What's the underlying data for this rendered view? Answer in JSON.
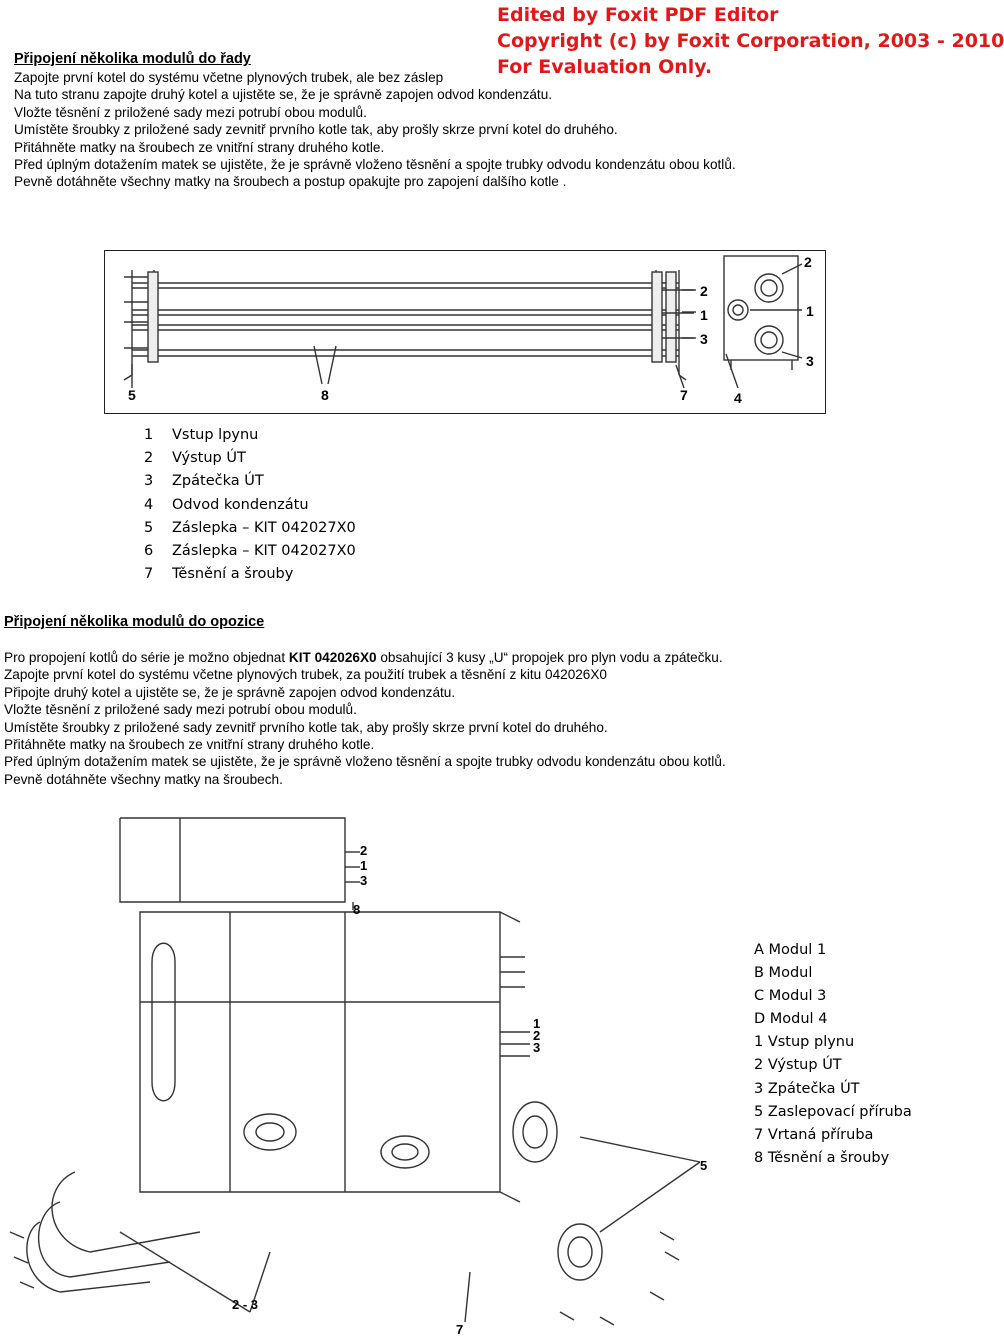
{
  "watermark": {
    "line1": "Edited by Foxit PDF Editor",
    "line2": "Copyright (c) by Foxit Corporation, 2003 - 2010",
    "line3": "For Evaluation Only."
  },
  "section1": {
    "title": "Připojení několika modulů do řady",
    "lines": [
      "Zapojte první kotel do systému včetne plynových trubek, ale bez záslep",
      "Na tuto stranu zapojte druhý kotel a ujistěte se, že je správně zapojen odvod kondenzátu.",
      "Vložte těsnění z priložené sady mezi potrubí obou modulů.",
      "Umístěte šroubky z priložené sady zevnitř prvního kotle tak, aby prošly skrze první kotel do druhého.",
      "Přitáhněte matky na šroubech ze vnitřní strany druhého kotle.",
      "Před úplným dotažením matek se ujistěte, že je správně vloženo těsnění a spojte trubky odvodu kondenzátu obou kotlů.",
      "Pevně dotáhněte všechny matky na šroubech a postup opakujte pro zapojení dalšího kotle ."
    ]
  },
  "figure1": {
    "callouts": [
      "2",
      "2",
      "1",
      "3",
      "5",
      "8",
      "7",
      "1",
      "4",
      "3"
    ]
  },
  "legend1": [
    {
      "num": "1",
      "text": "Vstup lpynu"
    },
    {
      "num": "2",
      "text": "Výstup ÚT"
    },
    {
      "num": "3",
      "text": "Zpátečka ÚT"
    },
    {
      "num": "4",
      "text": "Odvod kondenzátu"
    },
    {
      "num": "5",
      "text": "Záslepka – KIT 042027X0"
    },
    {
      "num": "6",
      "text": "Záslepka – KIT 042027X0"
    },
    {
      "num": "7",
      "text": "Těsnění a šrouby"
    }
  ],
  "section2": {
    "title": "Připojení několika modulů do opozice",
    "line1_before": "Pro propojení kotlů do série je možno objednat ",
    "line1_kit": "KIT 042026X0",
    "line1_after": " obsahující 3 kusy „U“ propojek pro plyn vodu a zpátečku.",
    "lines": [
      "Zapojte první kotel do systému včetne plynových trubek, za použití trubek a těsnění z kitu 042026X0",
      "Připojte druhý kotel a ujistěte se, že je správně zapojen odvod kondenzátu.",
      "Vložte těsnění z priložené sady mezi potrubí obou modulů.",
      "Umístěte šroubky z priložené sady zevnitř prvního kotle tak, aby prošly skrze první kotel do druhého.",
      "Přitáhněte matky na šroubech ze vnitřní strany druhého kotle.",
      "Před úplným dotažením matek se ujistěte, že je správně vloženo těsnění a spojte trubky odvodu kondenzátu obou kotlů.",
      "Pevně dotáhněte všechny matky na šroubech."
    ]
  },
  "figure2": {
    "callouts": [
      "2",
      "1",
      "3",
      "8",
      "1",
      "2",
      "3",
      "5",
      "2 - 3",
      "7"
    ]
  },
  "legend2": [
    "A Modul 1",
    "B Modul",
    "C Modul 3",
    "D Modul 4",
    "1 Vstup plynu",
    "2 Výstup ÚT",
    "3 Zpátečka ÚT",
    "5 Zaslepovací příruba",
    "7 Vrtaná příruba",
    "8 Těsnění a šrouby"
  ]
}
